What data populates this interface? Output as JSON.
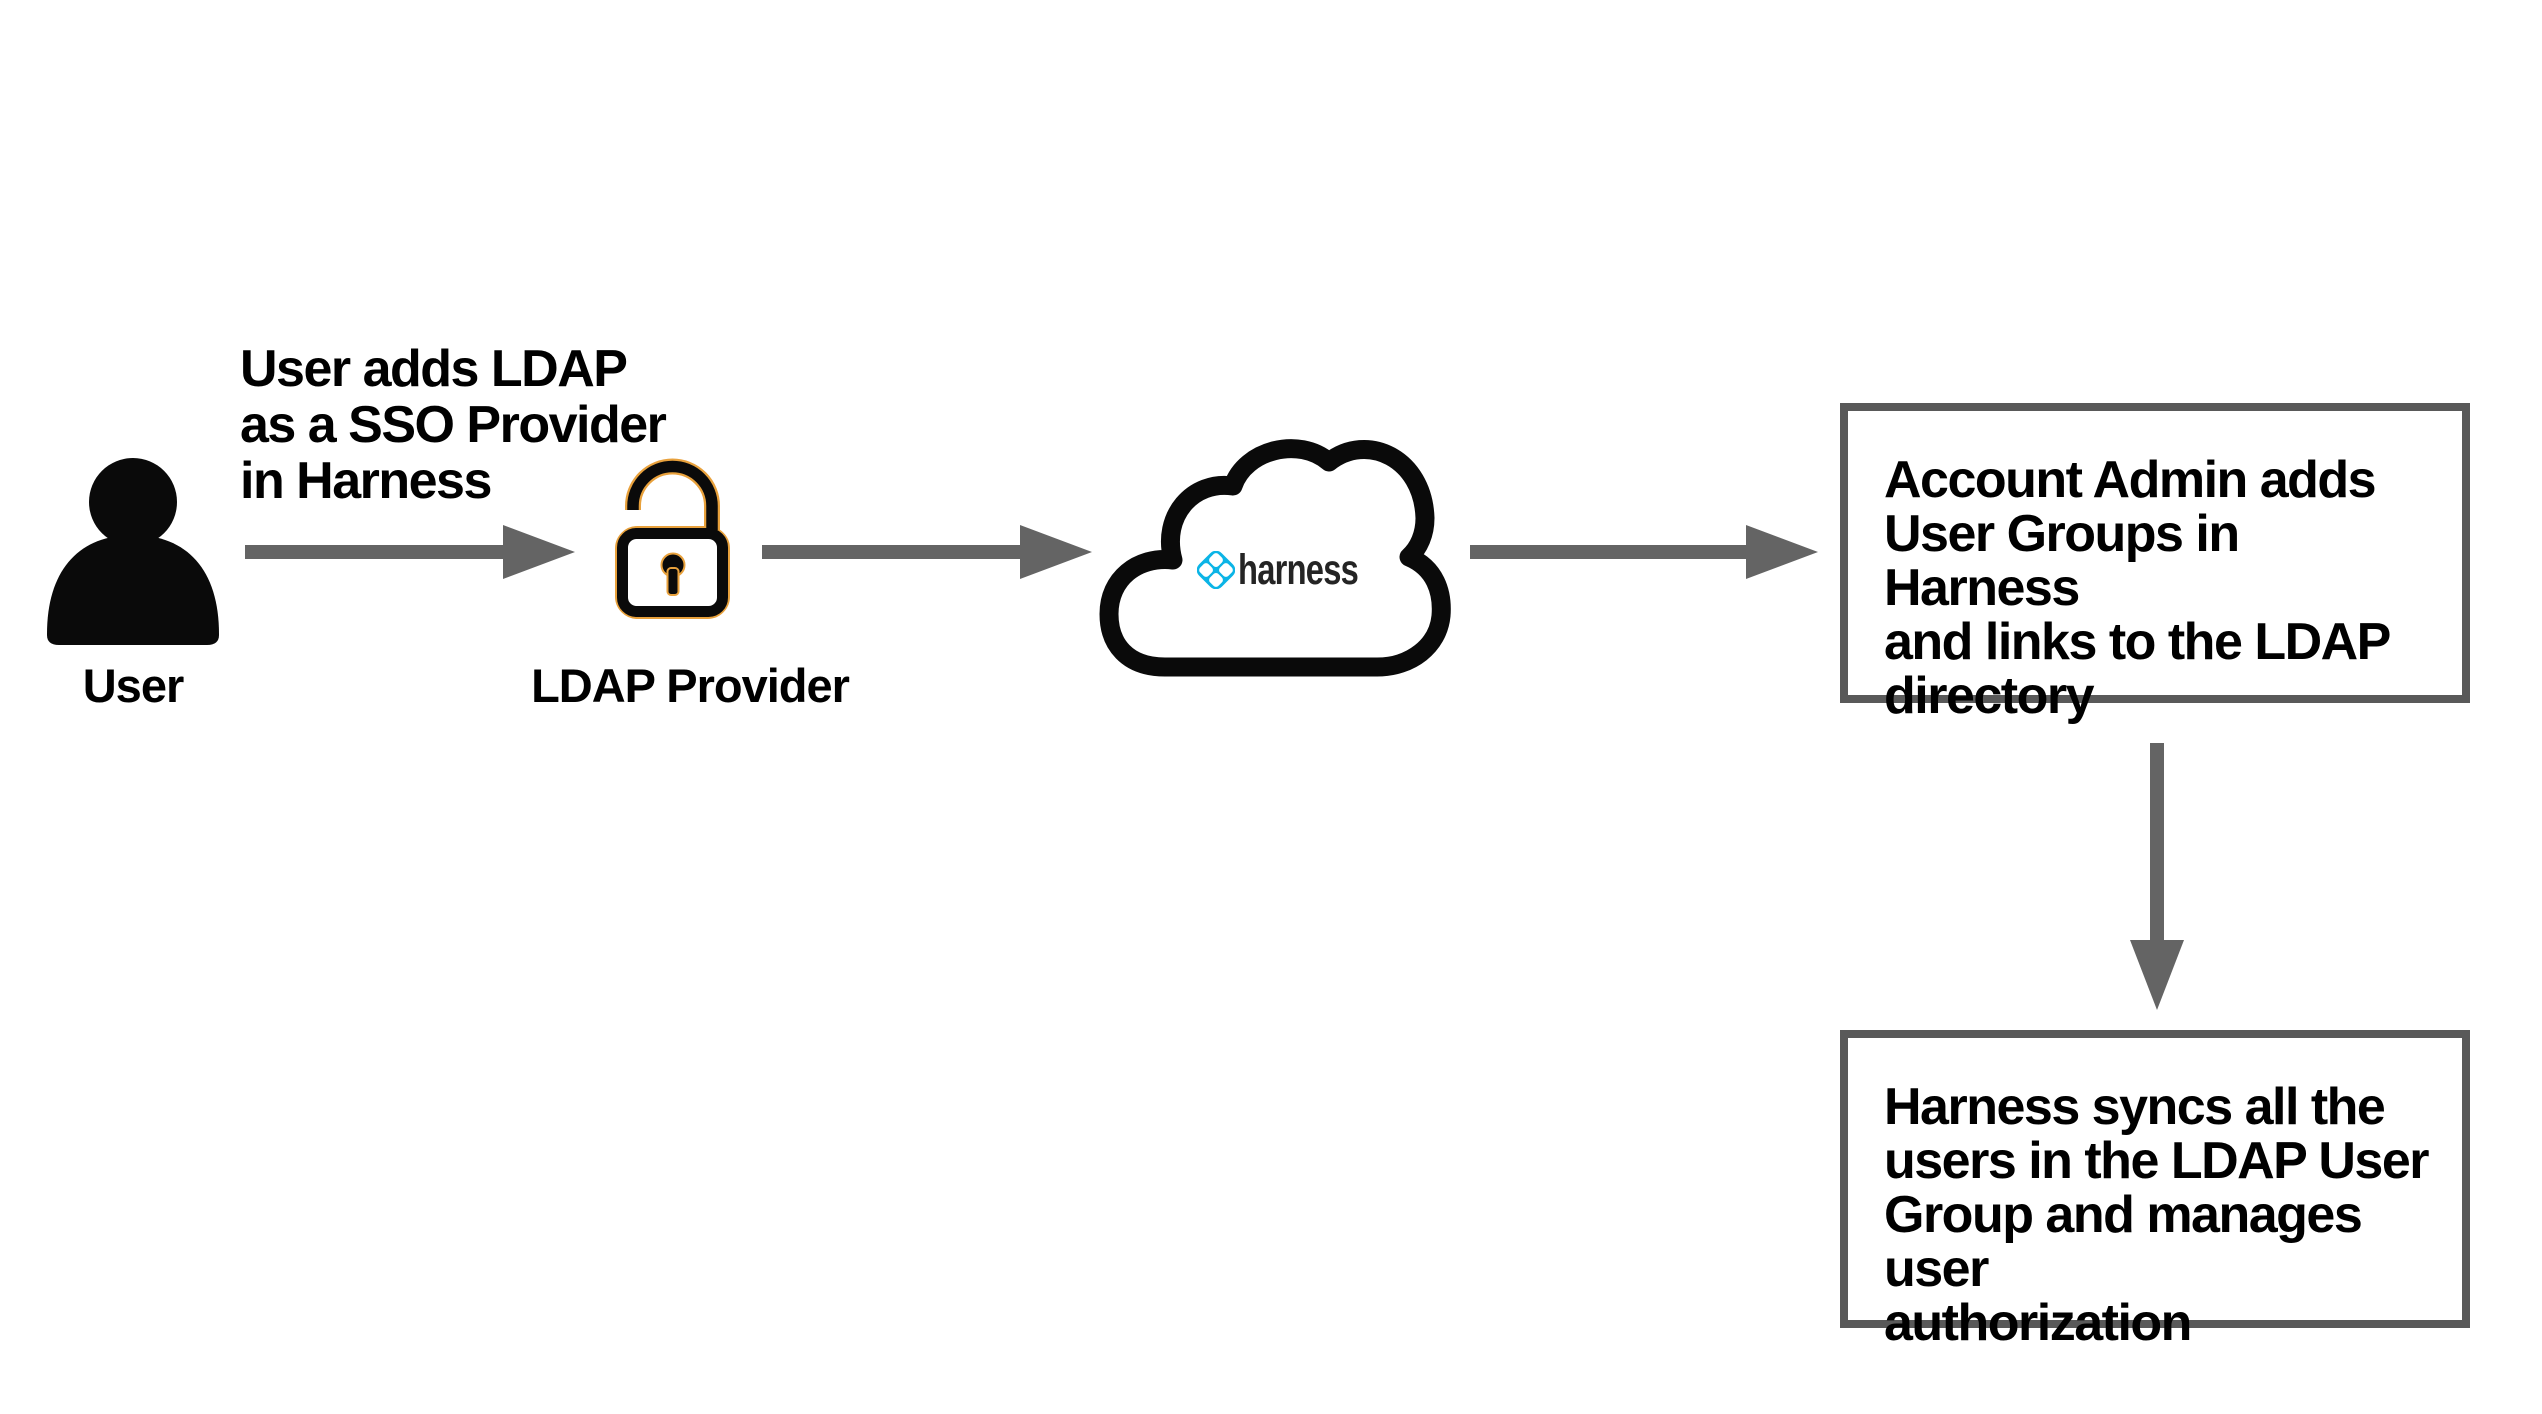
{
  "nodes": {
    "user": {
      "label": "User"
    },
    "ldap_provider": {
      "label": "LDAP Provider"
    },
    "harness_cloud": {
      "wordmark": "harness"
    }
  },
  "captions": {
    "user_action": "User adds LDAP\nas a SSO Provider\nin Harness"
  },
  "boxes": {
    "account_admin": {
      "text": "Account Admin adds\nUser Groups in Harness\nand links to the LDAP\ndirectory"
    },
    "harness_sync": {
      "text": "Harness syncs all the\nusers in the LDAP User\nGroup and manages user\nauthorization"
    }
  },
  "icons": {
    "user": "person-silhouette-icon",
    "ldap": "open-padlock-icon",
    "harness": "cloud-icon with harness-logo"
  },
  "colors": {
    "ink": "#000000",
    "arrow_gray": "#646464",
    "box_border": "#595959",
    "icon_black": "#0a0a0a",
    "lock_glow": "#e8a13c",
    "harness_blue": "#0bb4e6",
    "wordmark_ink": "#242424"
  }
}
